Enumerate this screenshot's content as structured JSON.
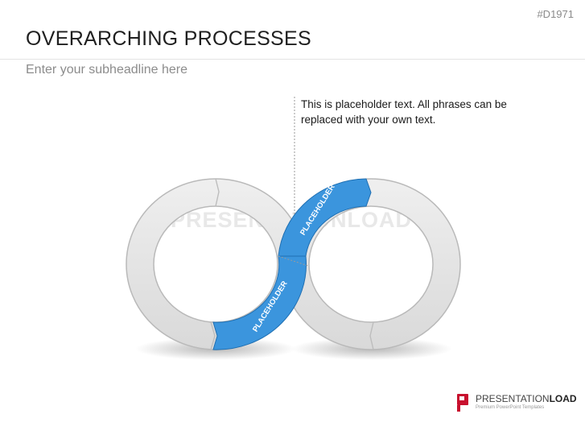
{
  "slide_id": "#D1971",
  "title": "OVERARCHING PROCESSES",
  "subtitle": "Enter your subheadline here",
  "callout": "This is placeholder text. All phrases can be replaced with your own text.",
  "segments": [
    {
      "label": "PLACEHOLDER",
      "color": "#3b95dd"
    },
    {
      "label": "PLACEHOLDER",
      "color": "#3b95dd"
    }
  ],
  "colors": {
    "ring_fill": "#e3e3e3",
    "ring_edge": "#b9b9b9",
    "highlight": "#3b95dd",
    "brand_red": "#c8102e"
  },
  "watermark": "PRESENTATIONLOAD",
  "brand": {
    "name_light": "PRESENTATION",
    "name_bold": "LOAD",
    "tagline": "Premium PowerPoint Templates"
  }
}
